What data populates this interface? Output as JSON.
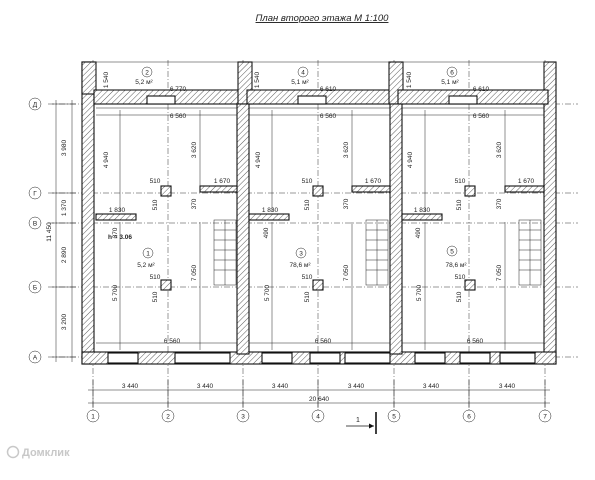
{
  "title": "План второго этажа М 1:100",
  "watermark": "Домклик",
  "grid_axes_vertical": [
    "1",
    "2",
    "3",
    "4",
    "5",
    "6",
    "7"
  ],
  "grid_axes_horizontal": [
    "А",
    "Б",
    "В",
    "Г",
    "Д"
  ],
  "axis_spacing_labels": [
    "3 440",
    "3 440",
    "3 440",
    "3 440",
    "3 440",
    "3 440"
  ],
  "overall_width_label": "20 640",
  "left_dimensions": [
    "3 980",
    "1 370",
    "2 890",
    "3 200"
  ],
  "overall_height_label": "11 450",
  "room_numbers": [
    "1",
    "2",
    "3",
    "4",
    "5",
    "6"
  ],
  "room_areas": {
    "room_2": "5,2 м²",
    "room_4": "5,1 м²",
    "room_6": "5,1 м²",
    "room_1": "5,2 м²",
    "room_3": "78,6 м²",
    "room_5": "78,6 м²"
  },
  "interior_widths": [
    "6 770",
    "6 610",
    "6 610"
  ],
  "interior_widths_lower": [
    "6 560",
    "6 560",
    "6 560"
  ],
  "interior_widths_bottom": [
    "6 560",
    "6 560",
    "6 560"
  ],
  "small_widths": [
    "1 540",
    "1 540"
  ],
  "stair_widths": [
    "1 670",
    "1 670",
    "1 670"
  ],
  "partition_widths": [
    "1 830",
    "1 830",
    "1 830"
  ],
  "column_size": [
    "510",
    "510"
  ],
  "column_offsets": [
    "370",
    "370"
  ],
  "vertical_inner": [
    "4 940",
    "3 620",
    "7 050",
    "5 700",
    "490"
  ],
  "height_note": "h = 3.06",
  "section_mark": "1"
}
